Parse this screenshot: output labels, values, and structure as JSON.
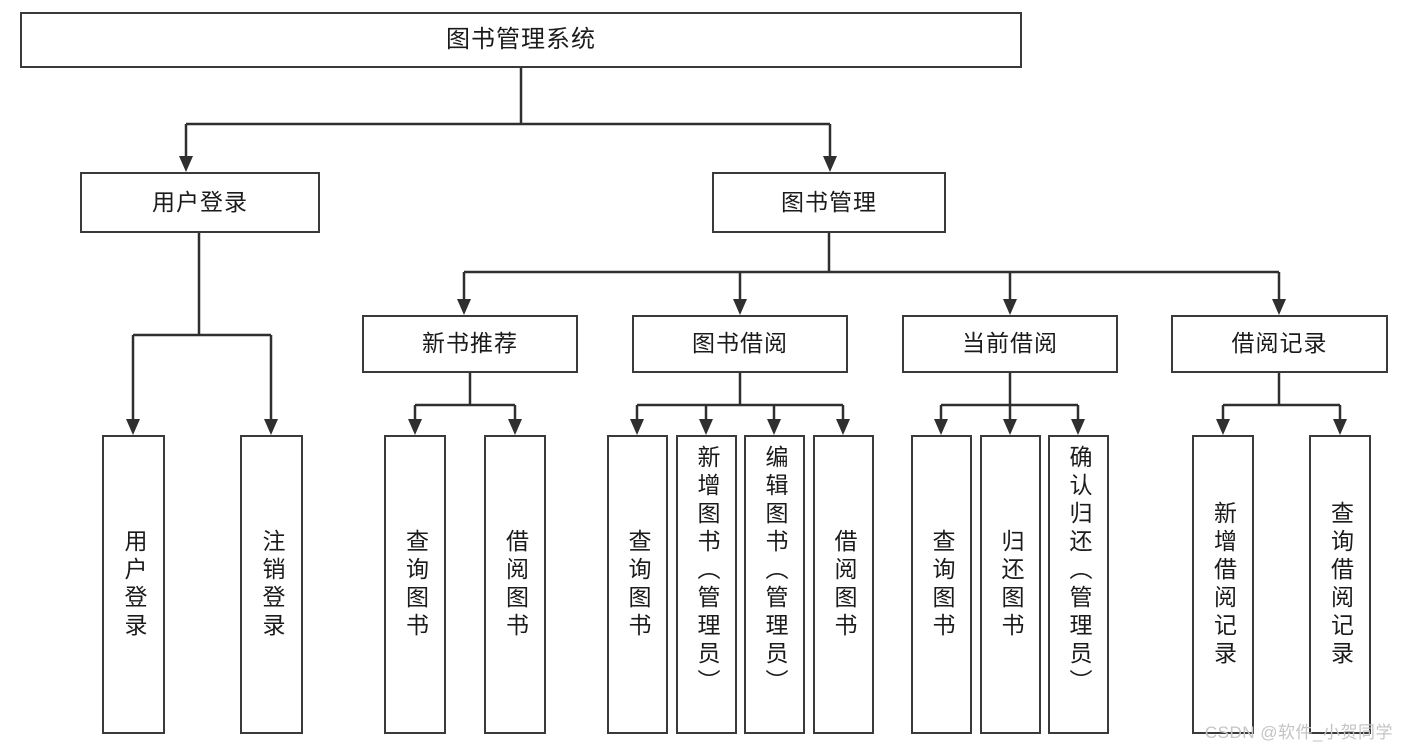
{
  "diagram": {
    "type": "tree",
    "title": "图书管理系统",
    "watermark": "CSDN @软件_小贺同学",
    "colors": {
      "stroke": "#2f2f2f",
      "box_border": "#3a3a3a",
      "background": "#ffffff",
      "watermark": "#c4c4c4"
    },
    "root": {
      "label": "图书管理系统"
    },
    "level2": [
      {
        "label": "用户登录"
      },
      {
        "label": "图书管理"
      }
    ],
    "level3": [
      {
        "label": "新书推荐"
      },
      {
        "label": "图书借阅"
      },
      {
        "label": "当前借阅"
      },
      {
        "label": "借阅记录"
      }
    ],
    "leaves": {
      "user_login": [
        {
          "label": "用户登录"
        },
        {
          "label": "注销登录"
        }
      ],
      "new_book_recommend": [
        {
          "label": "查询图书"
        },
        {
          "label": "借阅图书"
        }
      ],
      "book_borrow": [
        {
          "label": "查询图书"
        },
        {
          "label": "新增图书（管理员）"
        },
        {
          "label": "编辑图书（管理员）"
        },
        {
          "label": "借阅图书"
        }
      ],
      "current_borrow": [
        {
          "label": "查询图书"
        },
        {
          "label": "归还图书"
        },
        {
          "label": "确认归还（管理员）"
        }
      ],
      "borrow_record": [
        {
          "label": "新增借阅记录"
        },
        {
          "label": "查询借阅记录"
        }
      ]
    }
  }
}
